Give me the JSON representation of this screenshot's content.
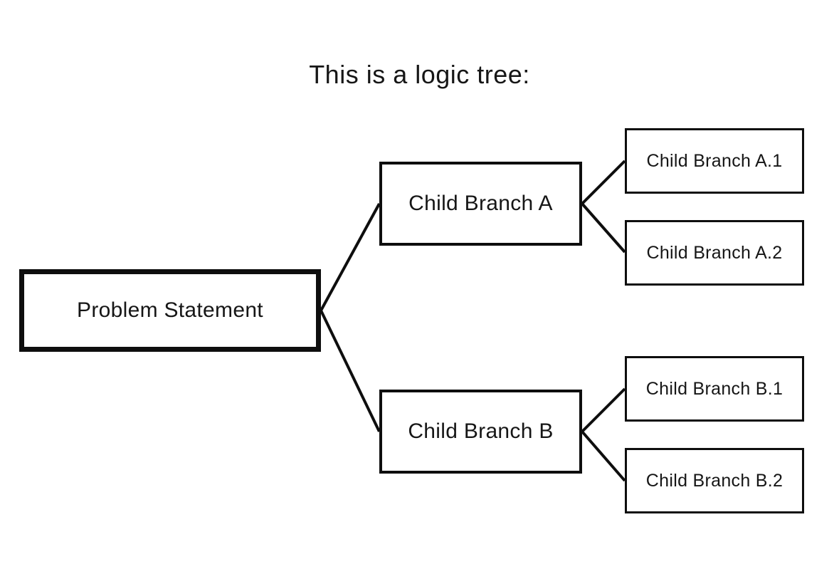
{
  "title": "This is a logic tree:",
  "tree": {
    "root": {
      "label": "Problem Statement"
    },
    "branches": [
      {
        "label": "Child Branch A",
        "children": [
          {
            "label": "Child Branch A.1"
          },
          {
            "label": "Child Branch A.2"
          }
        ]
      },
      {
        "label": "Child Branch B",
        "children": [
          {
            "label": "Child Branch B.1"
          },
          {
            "label": "Child Branch B.2"
          }
        ]
      }
    ]
  },
  "colors": {
    "background": "#ffffff",
    "border_and_lines": "#0e0e0e",
    "text": "#161616"
  }
}
